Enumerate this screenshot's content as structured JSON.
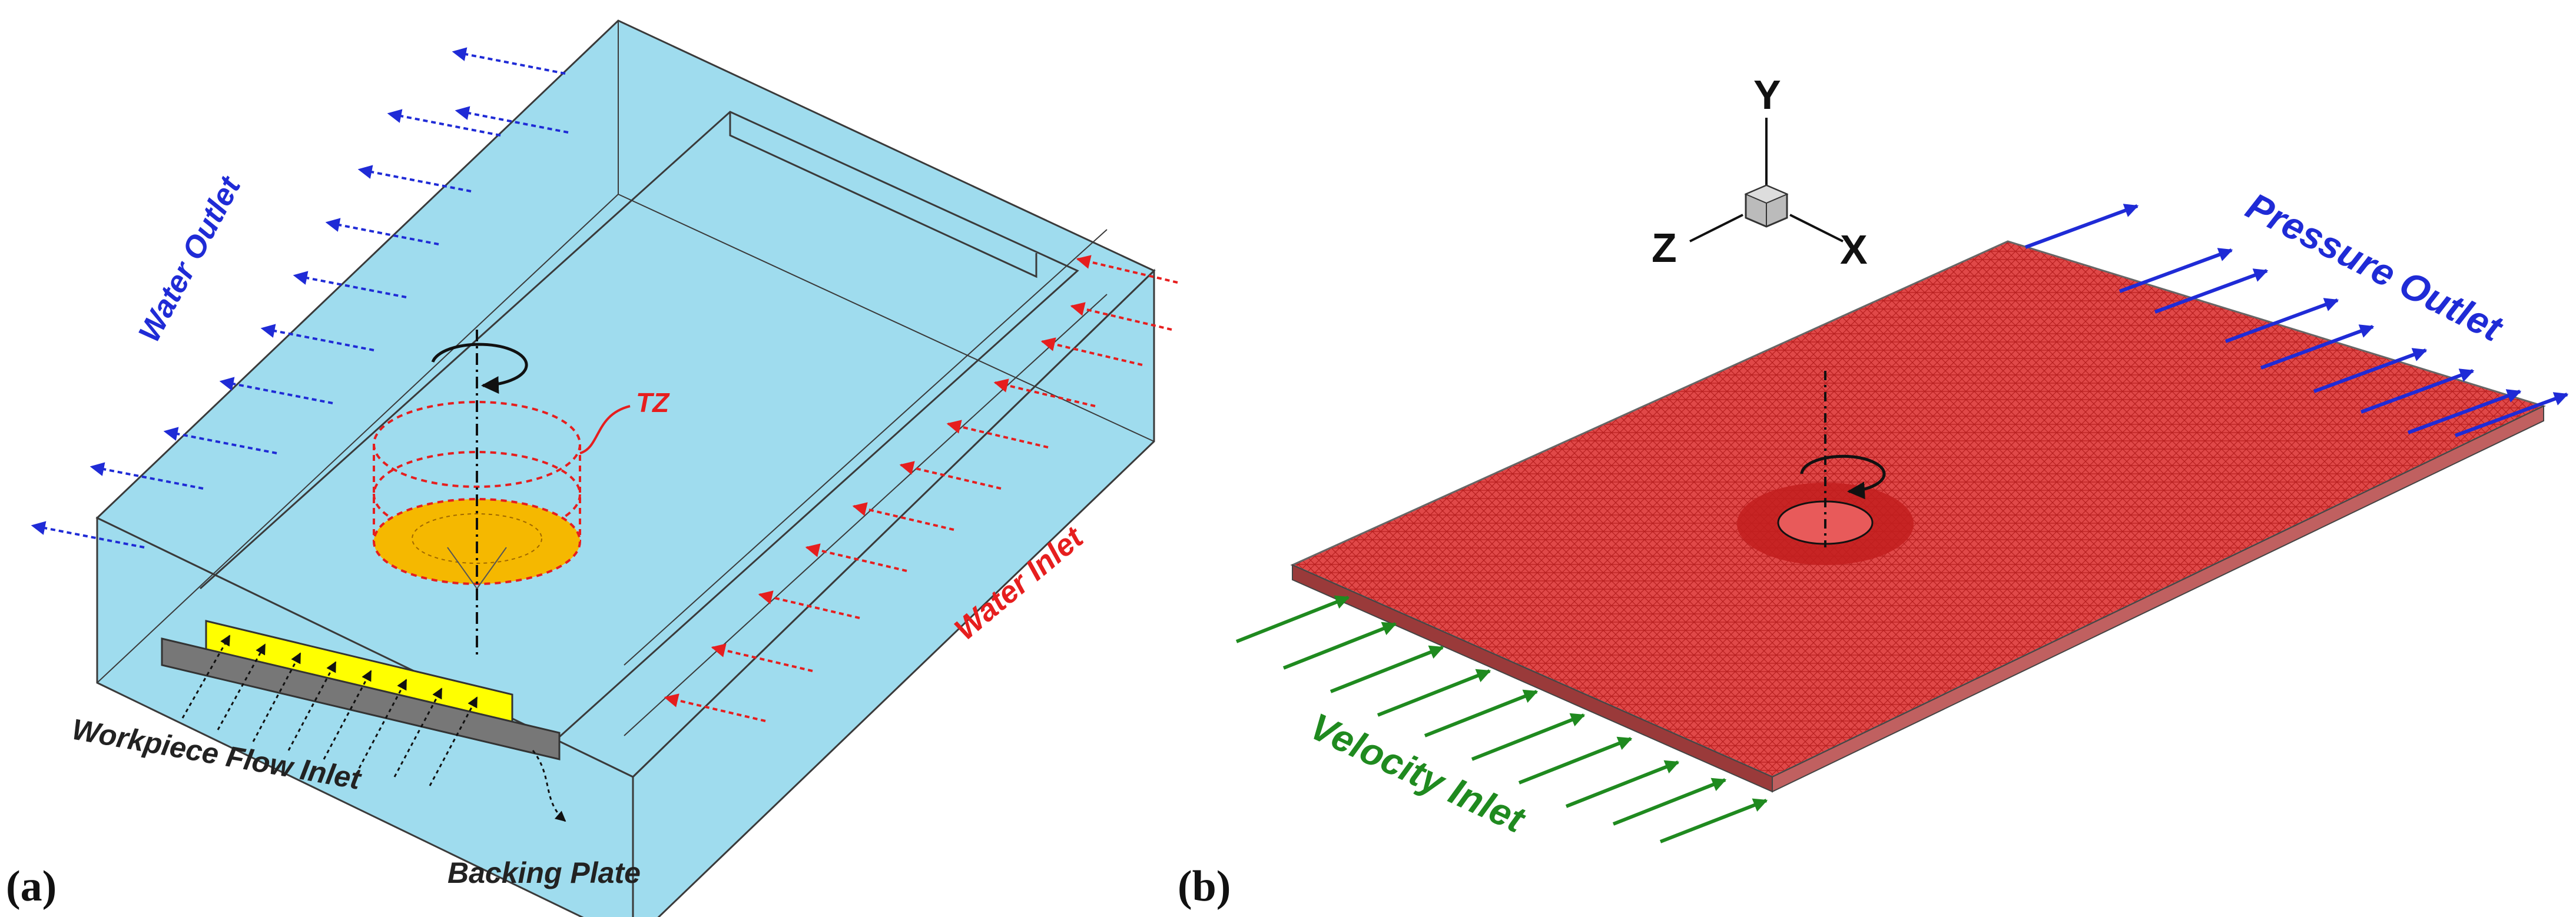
{
  "panels": {
    "a": {
      "label": "(a)"
    },
    "b": {
      "label": "(b)"
    }
  },
  "labels": {
    "water_outlet": "Water Outlet",
    "water_inlet": "Water Inlet",
    "tz": "TZ",
    "workpiece_flow_inlet": "Workpiece Flow Inlet",
    "backing_plate": "Backing Plate",
    "pressure_outlet": "Pressure Outlet",
    "velocity_inlet": "Velocity Inlet"
  },
  "axes": {
    "y": "Y",
    "z": "Z",
    "x": "X"
  },
  "colors": {
    "water": "#9fdcee",
    "workpiece": "#ffff00",
    "backing": "#777777",
    "mesh": "#e03a3a",
    "outlet_blue": "#1f2bd6",
    "inlet_red": "#e61e1e",
    "inlet_green": "#1f8a1f",
    "tool": "#f5b800"
  }
}
